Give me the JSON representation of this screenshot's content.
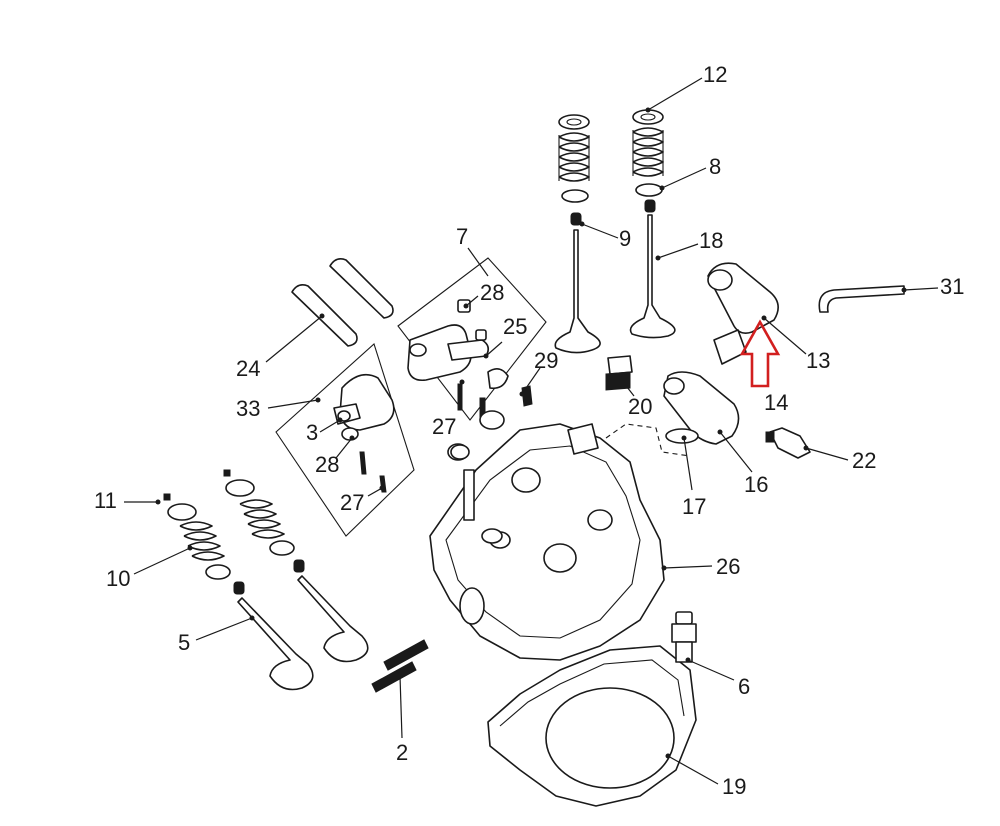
{
  "diagram": {
    "callouts": [
      {
        "id": "c12",
        "text": "12"
      },
      {
        "id": "c8",
        "text": "8"
      },
      {
        "id": "c9",
        "text": "9"
      },
      {
        "id": "c18",
        "text": "18"
      },
      {
        "id": "c7",
        "text": "7"
      },
      {
        "id": "c28a",
        "text": "28"
      },
      {
        "id": "c25",
        "text": "25"
      },
      {
        "id": "c31",
        "text": "31"
      },
      {
        "id": "c13",
        "text": "13"
      },
      {
        "id": "c14",
        "text": "14"
      },
      {
        "id": "c24",
        "text": "24"
      },
      {
        "id": "c29",
        "text": "29"
      },
      {
        "id": "c20",
        "text": "20"
      },
      {
        "id": "c33",
        "text": "33"
      },
      {
        "id": "c3",
        "text": "3"
      },
      {
        "id": "c27a",
        "text": "27"
      },
      {
        "id": "c28b",
        "text": "28"
      },
      {
        "id": "c27b",
        "text": "27"
      },
      {
        "id": "c22",
        "text": "22"
      },
      {
        "id": "c16",
        "text": "16"
      },
      {
        "id": "c17",
        "text": "17"
      },
      {
        "id": "c11",
        "text": "11"
      },
      {
        "id": "c10",
        "text": "10"
      },
      {
        "id": "c26",
        "text": "26"
      },
      {
        "id": "c5",
        "text": "5"
      },
      {
        "id": "c6",
        "text": "6"
      },
      {
        "id": "c2",
        "text": "2"
      },
      {
        "id": "c19",
        "text": "19"
      }
    ],
    "highlight": {
      "shape": "up-arrow",
      "color": "#d21f1f",
      "target": "13"
    }
  }
}
